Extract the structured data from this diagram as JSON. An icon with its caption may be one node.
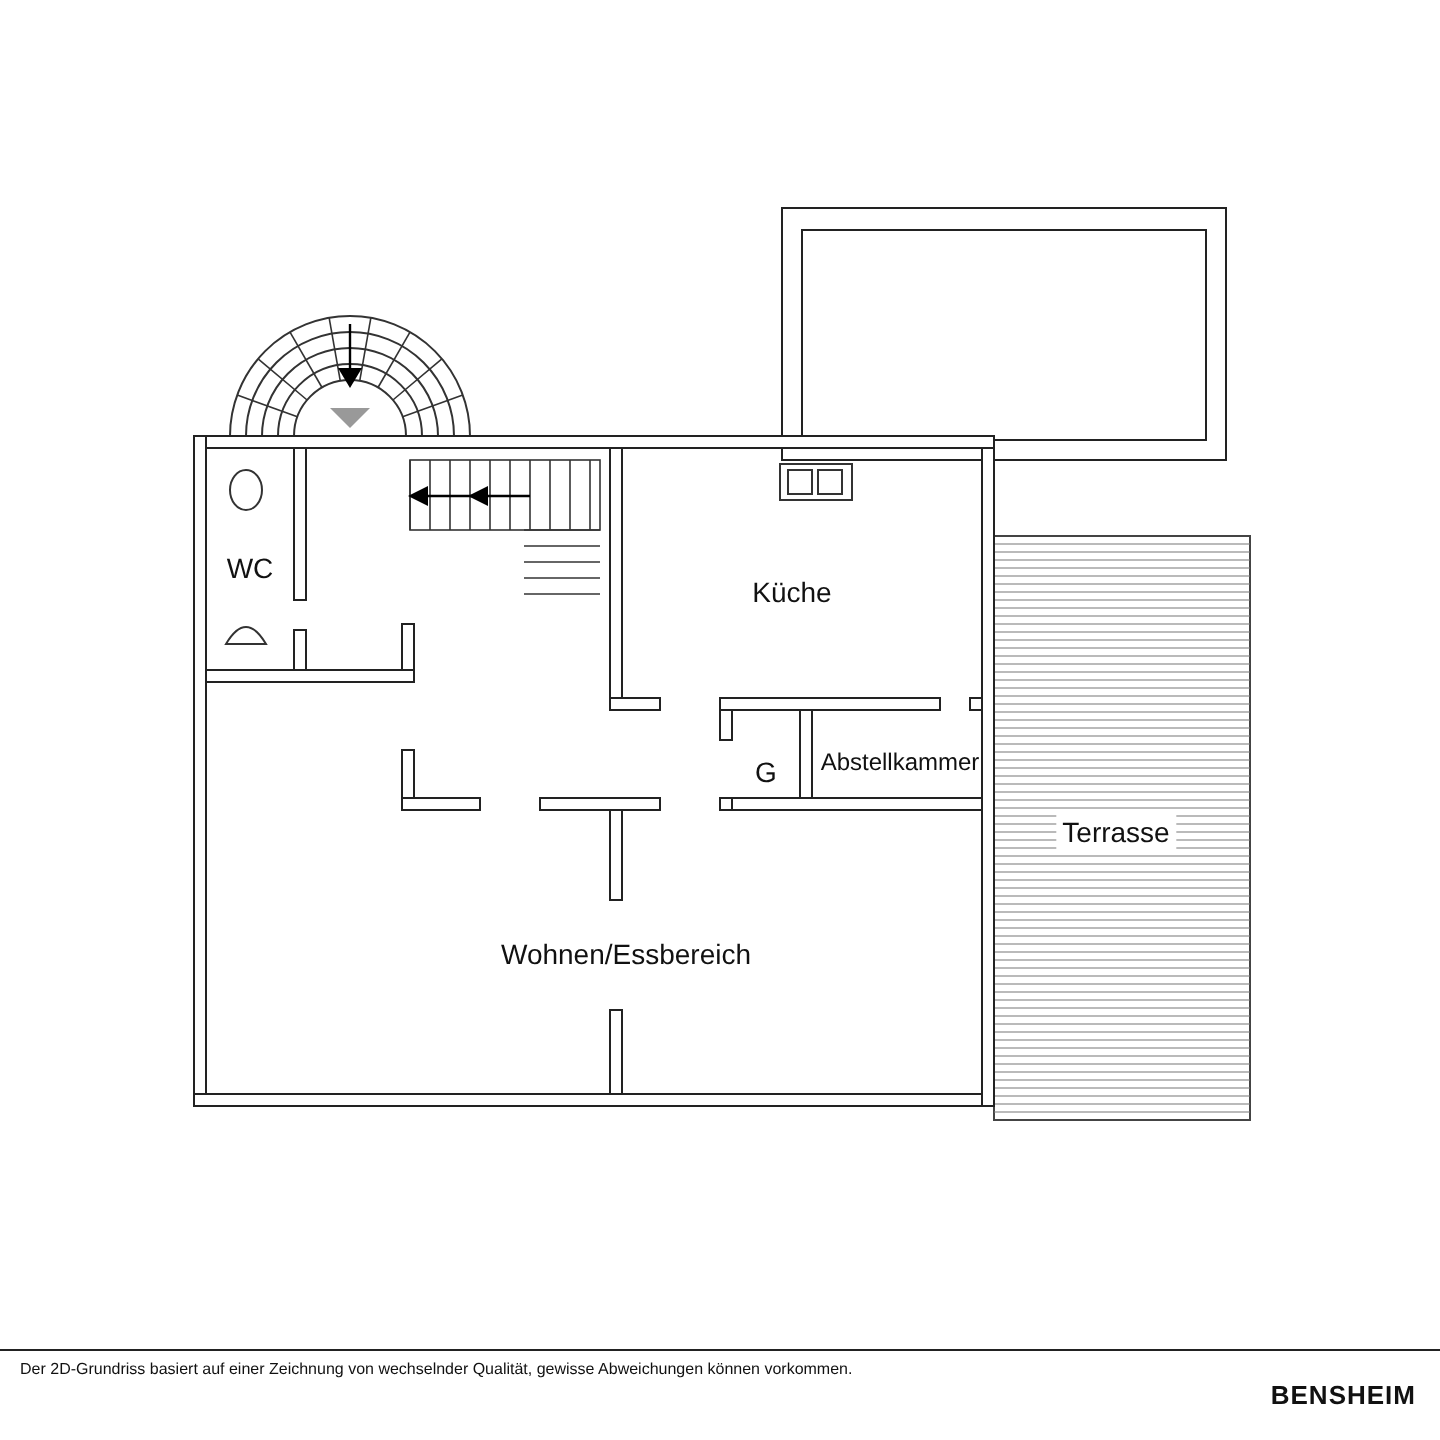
{
  "diagram": {
    "caption": "Der 2D-Grundriss basiert auf einer Zeichnung von wechselnder Qualität, gewisse Abweichungen können vorkommen.",
    "nodes": [
      {
        "text": [
          "WC"
        ]
      },
      {
        "text": [
          "Küche"
        ]
      },
      {
        "text": [
          "G"
        ]
      },
      {
        "text": [
          "Abstellkammer"
        ]
      },
      {
        "text": [
          "Terrasse"
        ]
      },
      {
        "text": [
          "Wohnen/Essbereich"
        ]
      }
    ],
    "labels": [
      "BENSHEIM"
    ]
  }
}
